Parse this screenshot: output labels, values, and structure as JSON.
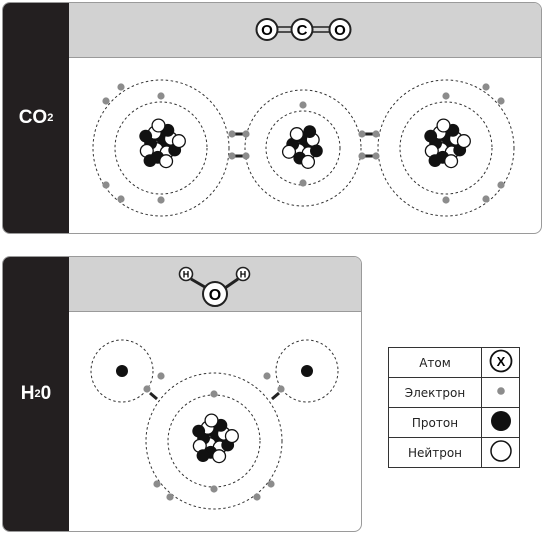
{
  "co2": {
    "label_main": "CO",
    "label_sub": "2",
    "mol_atoms": [
      "O",
      "C",
      "O"
    ]
  },
  "h2o": {
    "label_main": "H",
    "label_sub": "2",
    "label_end": "0",
    "mol_atoms": [
      "H",
      "O",
      "H"
    ]
  },
  "legend": {
    "rows": [
      {
        "label": "Атом",
        "symbol": "X",
        "kind": "atom"
      },
      {
        "label": "Электрон",
        "kind": "electron"
      },
      {
        "label": "Протон",
        "kind": "proton"
      },
      {
        "label": "Нейтрон",
        "kind": "neutron"
      }
    ]
  },
  "colors": {
    "dark": "#231f20",
    "header": "#d2d2d2",
    "electron": "#8c8c8c",
    "border": "#9a9a9a"
  }
}
